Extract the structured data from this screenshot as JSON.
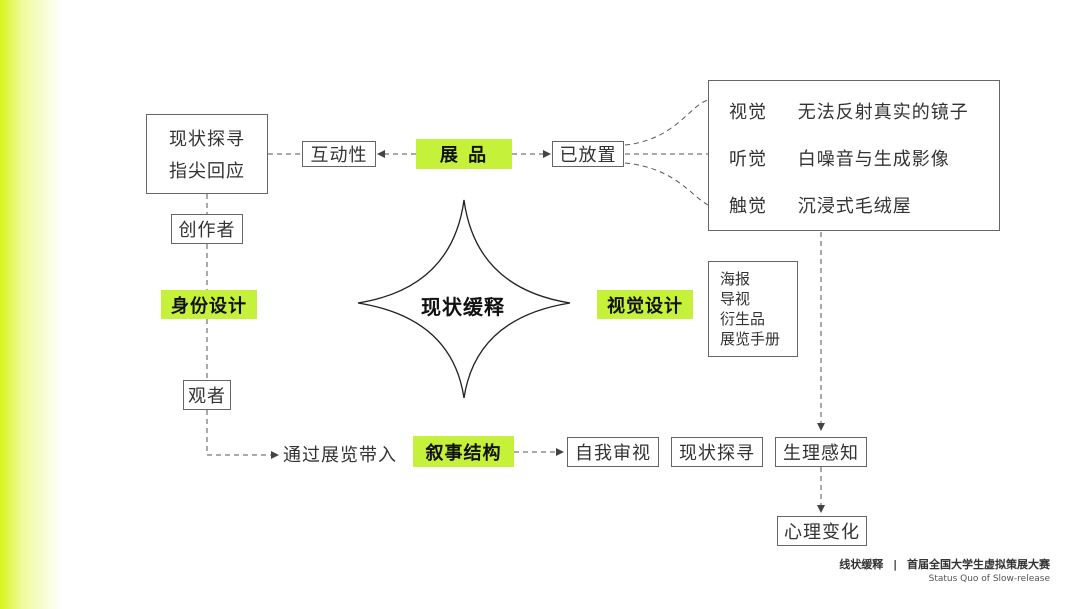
{
  "creator_box": {
    "line1": "现状探寻",
    "line2": "指尖回应"
  },
  "interactivity": "互动性",
  "exhibit": "展 品",
  "placed": "已放置",
  "senses": [
    {
      "sense": "视觉",
      "item": "无法反射真实的镜子"
    },
    {
      "sense": "听觉",
      "item": "白噪音与生成影像"
    },
    {
      "sense": "触觉",
      "item": "沉浸式毛绒屋"
    }
  ],
  "creator": "创作者",
  "identity_design": "身份设计",
  "center": "现状缓释",
  "visual_design": "视觉设计",
  "visual_items": [
    "海报",
    "导视",
    "衍生品",
    "展览手册"
  ],
  "viewer": "观者",
  "through_exhibition": "通过展览带入",
  "narrative": "叙事结构",
  "self_exam": "自我审视",
  "status_explore": "现状探寻",
  "physio": "生理感知",
  "psycho": "心理变化",
  "footer": {
    "title": "线状缓释",
    "sep": "|",
    "event": "首届全国大学生虚拟策展大赛",
    "subtitle": "Status Quo of Slow-release"
  }
}
